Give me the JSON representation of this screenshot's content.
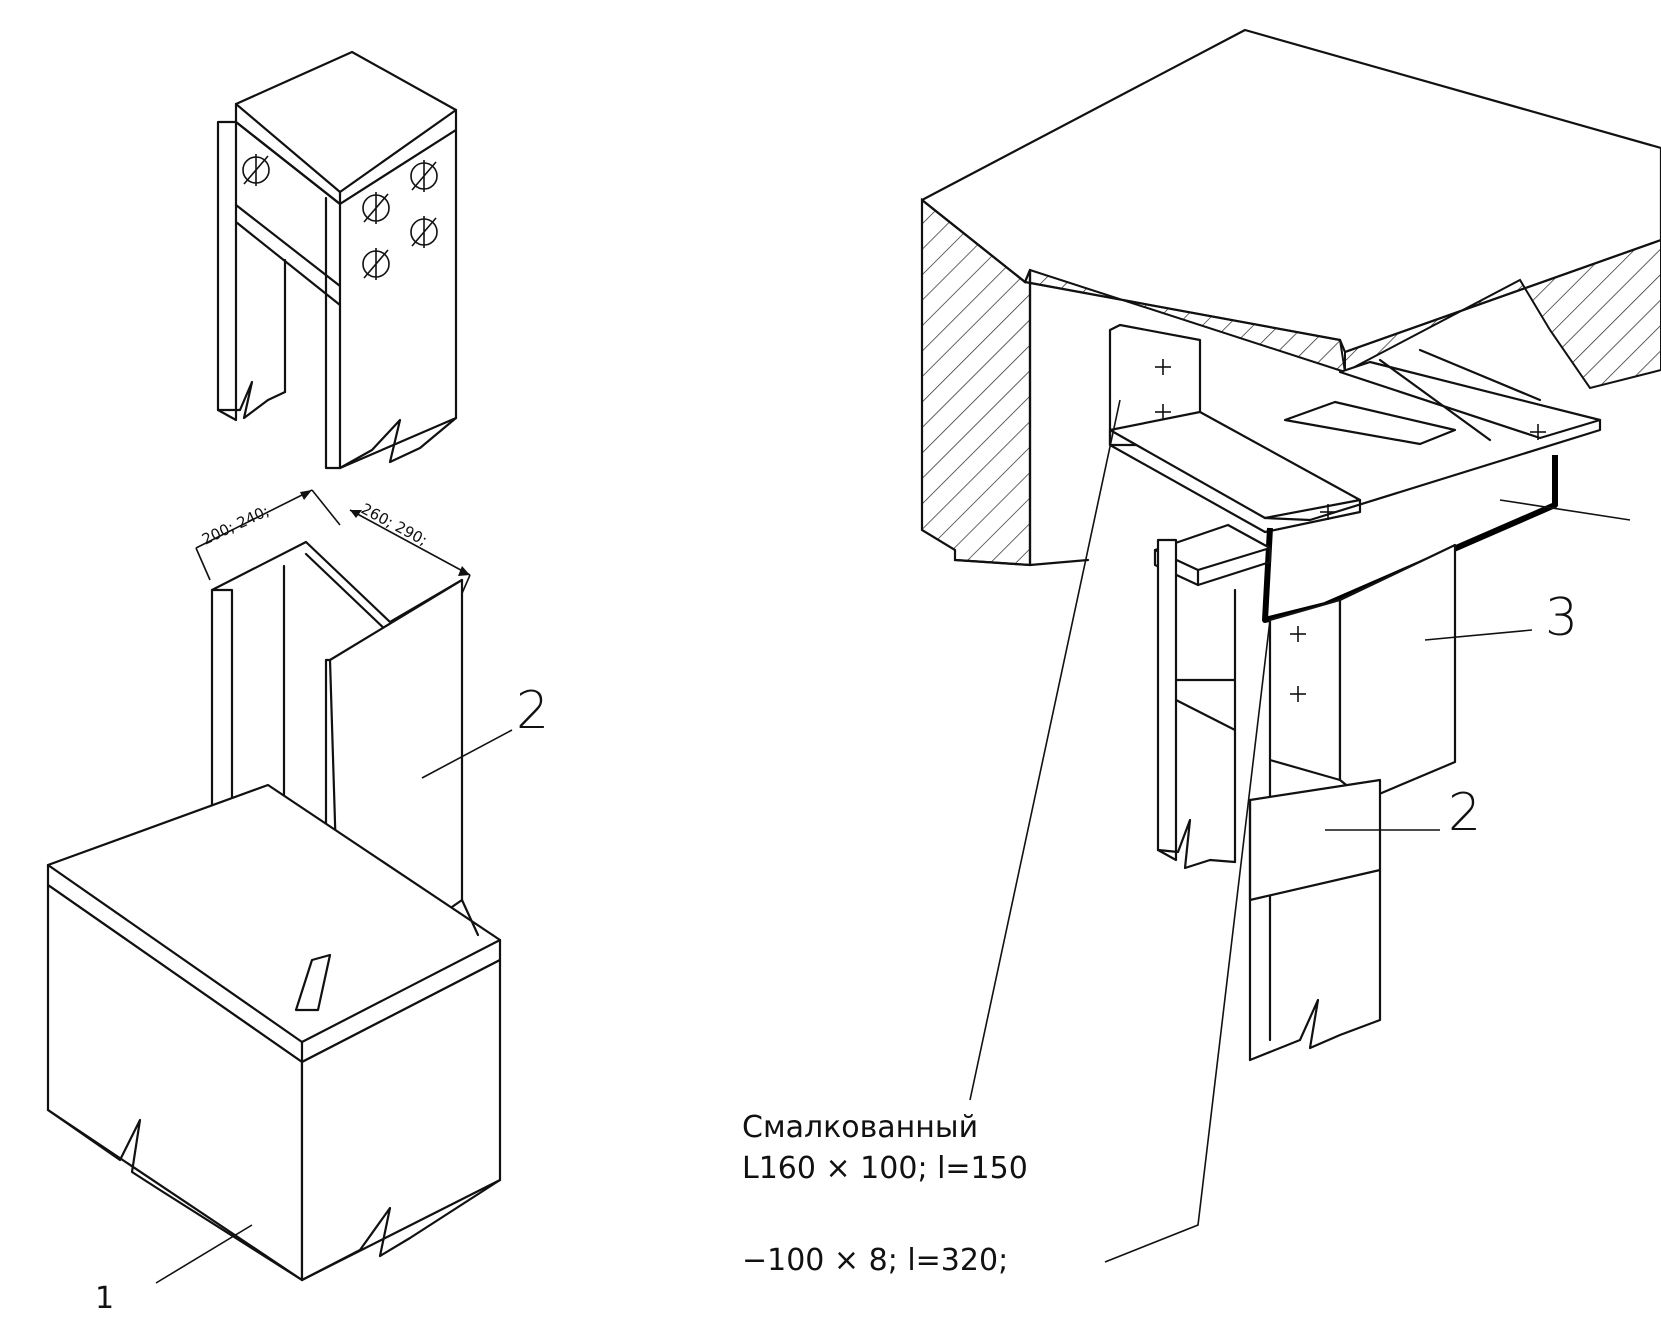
{
  "callouts": {
    "left_foundation": "1",
    "left_column": "2",
    "right_beam": "3",
    "right_column": "2"
  },
  "dimensions": {
    "width_a": "200; 240;",
    "width_b": "260; 290;"
  },
  "notes": {
    "angle_line1": "Смалкованный",
    "angle_line2": "L160 × 100; l=150",
    "plate": "−100 × 8; l=320;"
  }
}
